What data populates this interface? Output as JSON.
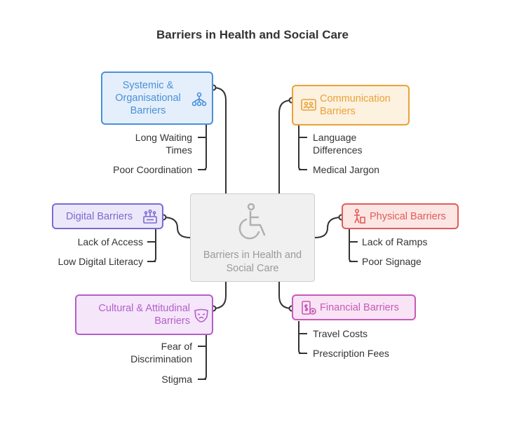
{
  "title": "Barriers in Health and Social Care",
  "center": {
    "label": "Barriers in Health and Social Care",
    "icon": "wheelchair-icon"
  },
  "categories": [
    {
      "id": "systemic",
      "label": "Systemic & Organisational Barriers",
      "icon": "people-network-icon",
      "color": "#4a90d9",
      "items": [
        "Long Waiting Times",
        "Poor Coordination"
      ]
    },
    {
      "id": "communication",
      "label": "Communication Barriers",
      "icon": "chat-people-icon",
      "color": "#e8a33a",
      "items": [
        "Language Differences",
        "Medical Jargon"
      ]
    },
    {
      "id": "digital",
      "label": "Digital Barriers",
      "icon": "network-device-icon",
      "color": "#7d6ad1",
      "items": [
        "Lack of Access",
        "Low Digital Literacy"
      ]
    },
    {
      "id": "physical",
      "label": "Physical Barriers",
      "icon": "person-obstacle-icon",
      "color": "#e05d57",
      "items": [
        "Lack of Ramps",
        "Poor Signage"
      ]
    },
    {
      "id": "cultural",
      "label": "Cultural & Attitudinal Barriers",
      "icon": "mask-icon",
      "color": "#b35fc9",
      "items": [
        "Fear of Discrimination",
        "Stigma"
      ]
    },
    {
      "id": "financial",
      "label": "Financial Barriers",
      "icon": "money-card-icon",
      "color": "#c85ab8",
      "items": [
        "Travel Costs",
        "Prescription Fees"
      ]
    }
  ]
}
